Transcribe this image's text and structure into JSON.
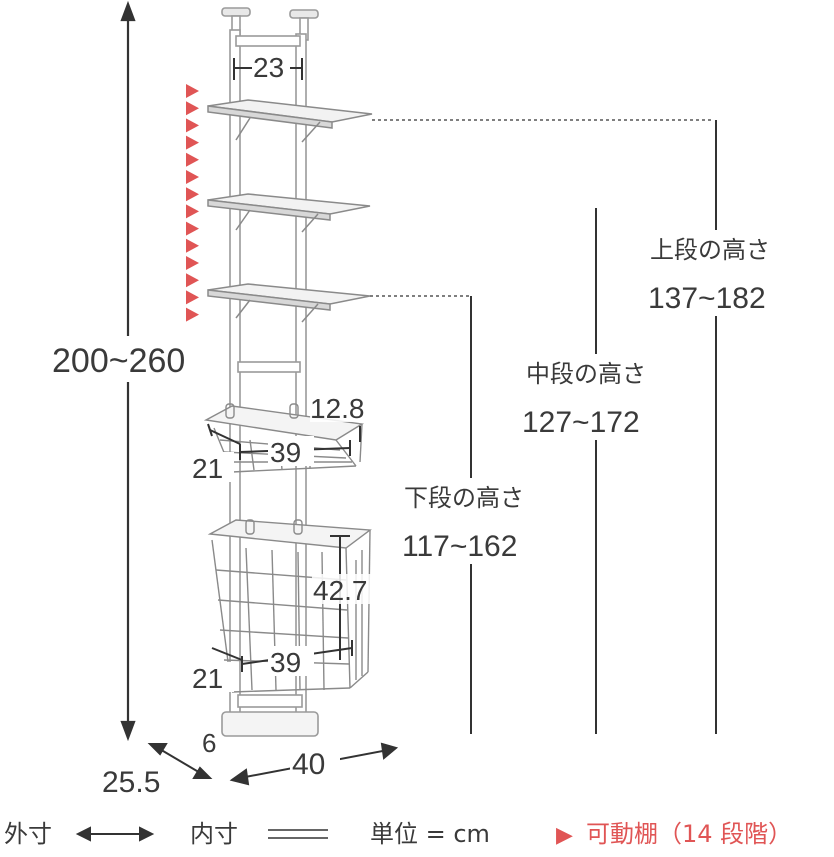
{
  "dimensions": {
    "overall_height": "200~260",
    "pole_width": "23",
    "small_basket_depth": "12.8",
    "small_basket_width": "39",
    "small_basket_side": "21",
    "large_basket_height": "42.7",
    "large_basket_width": "39",
    "large_basket_side": "21",
    "base_height": "6",
    "base_depth": "25.5",
    "base_width": "40"
  },
  "shelf_heights": {
    "upper": {
      "label": "上段の高さ",
      "range": "137~182"
    },
    "middle": {
      "label": "中段の高さ",
      "range": "127~172"
    },
    "lower": {
      "label": "下段の高さ",
      "range": "117~162"
    }
  },
  "legend": {
    "outer": "外寸",
    "inner": "内寸",
    "unit": "単位 = cm",
    "adjustable": "可動棚（14 段階）",
    "adjustable_marker": "▶"
  },
  "adjustable_steps": 14,
  "colors": {
    "accent": "#e05555",
    "line": "#333333",
    "frame": "#dcdcdc"
  }
}
